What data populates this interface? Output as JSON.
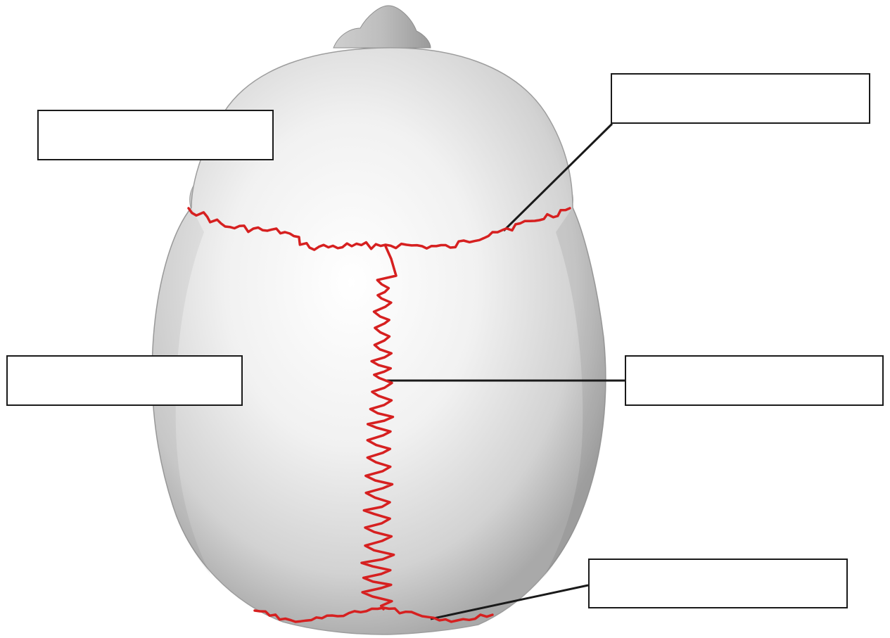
{
  "colors": {
    "background": "#ffffff",
    "skull_fill": "#dcdcdc",
    "skull_highlight": "#ffffff",
    "skull_shadow": "#a9a9a9",
    "suture": "#d62020",
    "leader_line": "#1a1a1a",
    "box_border": "#1a1a1a"
  },
  "label_boxes": [
    {
      "id": "top-left",
      "text": ""
    },
    {
      "id": "top-right",
      "text": ""
    },
    {
      "id": "mid-left",
      "text": ""
    },
    {
      "id": "mid-right",
      "text": ""
    },
    {
      "id": "bottom-right",
      "text": ""
    }
  ]
}
